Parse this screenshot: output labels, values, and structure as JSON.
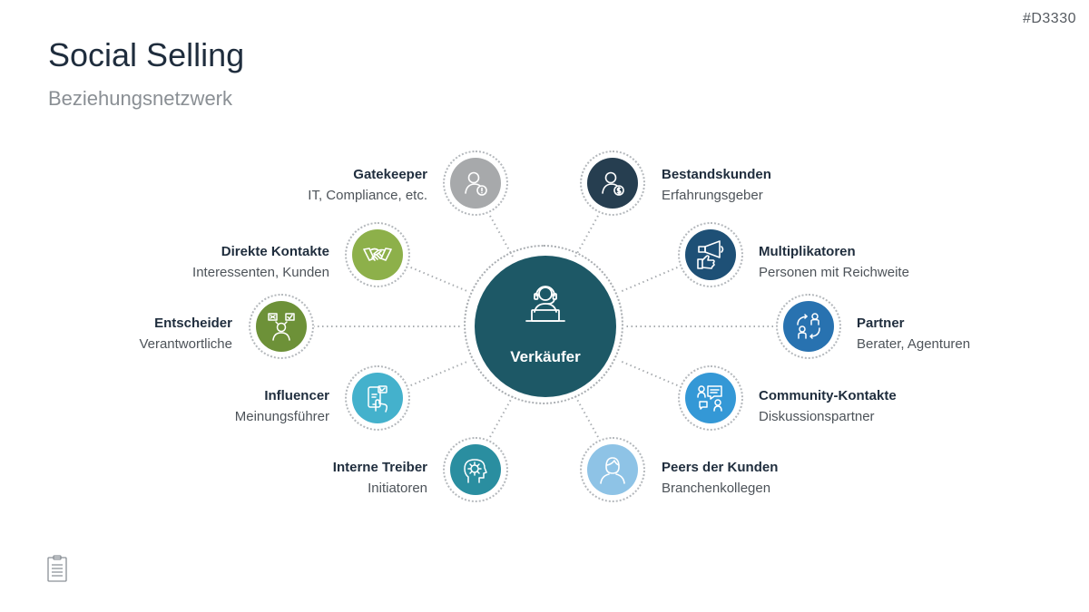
{
  "slide_id": "#D3330",
  "title": "Social Selling",
  "subtitle": "Beziehungsnetzwerk",
  "center": {
    "label": "Verkäufer",
    "icon": "support-agent-icon",
    "color": "#1d5866"
  },
  "nodes": [
    {
      "title": "Gatekeeper",
      "sub": "IT, Compliance, etc.",
      "icon": "person-alert-icon",
      "color": "#a7a9ab"
    },
    {
      "title": "Direkte Kontakte",
      "sub": "Interessenten, Kunden",
      "icon": "handshake-icon",
      "color": "#8db04a"
    },
    {
      "title": "Entscheider",
      "sub": "Verantwortliche",
      "icon": "decision-person-icon",
      "color": "#6d9138"
    },
    {
      "title": "Influencer",
      "sub": "Meinungsführer",
      "icon": "phone-social-icon",
      "color": "#44b1cc"
    },
    {
      "title": "Interne Treiber",
      "sub": "Initiatoren",
      "icon": "head-idea-icon",
      "color": "#2a8ea0"
    },
    {
      "title": "Bestandskunden",
      "sub": "Erfahrungsgeber",
      "icon": "person-money-icon",
      "color": "#263e50"
    },
    {
      "title": "Multiplikatoren",
      "sub": "Personen mit Reichweite",
      "icon": "megaphone-icon",
      "color": "#1e5076"
    },
    {
      "title": "Partner",
      "sub": "Berater, Agenturen",
      "icon": "partner-exchange-icon",
      "color": "#2872b0"
    },
    {
      "title": "Community-Kontakte",
      "sub": "Diskussionspartner",
      "icon": "chat-people-icon",
      "color": "#3498d6"
    },
    {
      "title": "Peers der Kunden",
      "sub": "Branchenkollegen",
      "icon": "person-outline-icon",
      "color": "#8ec3e6"
    }
  ],
  "footer": {
    "icon": "clipboard-icon"
  }
}
